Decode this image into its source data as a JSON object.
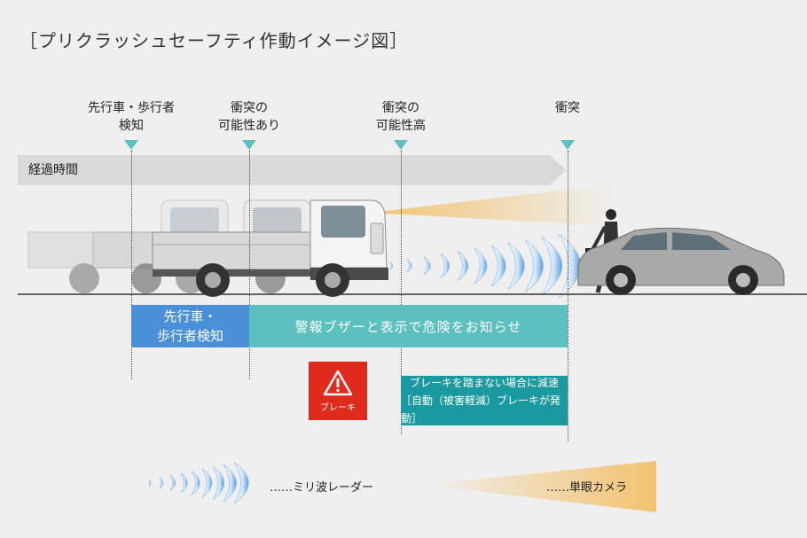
{
  "title": "［プリクラッシュセーフティ作動イメージ図］",
  "time_bar_label": "経過時間",
  "milestones": [
    {
      "line1": "先行車・歩行者",
      "line2": "検知"
    },
    {
      "line1": "衝突の",
      "line2": "可能性あり"
    },
    {
      "line1": "衝突の",
      "line2": "可能性高"
    },
    {
      "line1": "",
      "line2": "衝突"
    }
  ],
  "detect_box": {
    "line1": "先行車・",
    "line2": "歩行者検知"
  },
  "buzzer_box": "警報ブザーと表示で危険をお知らせ",
  "warning_icon": {
    "icon": "warning-triangle-icon",
    "label": "ブレーキ"
  },
  "auto_brake_box": {
    "line1": "ブレーキを踏まない場合に減速",
    "line2": "［自動（被害軽減）ブレーキが発動］"
  },
  "legend": {
    "radar_icon": "radar-waves-icon",
    "radar_label": "……ミリ波レーダー",
    "camera_icon": "camera-beam-icon",
    "camera_label": "……単眼カメラ"
  },
  "colors": {
    "teal": "#5bc0be",
    "blue": "#4a90d9",
    "red": "#e02a1c",
    "dark_teal": "#1a9aa0"
  }
}
